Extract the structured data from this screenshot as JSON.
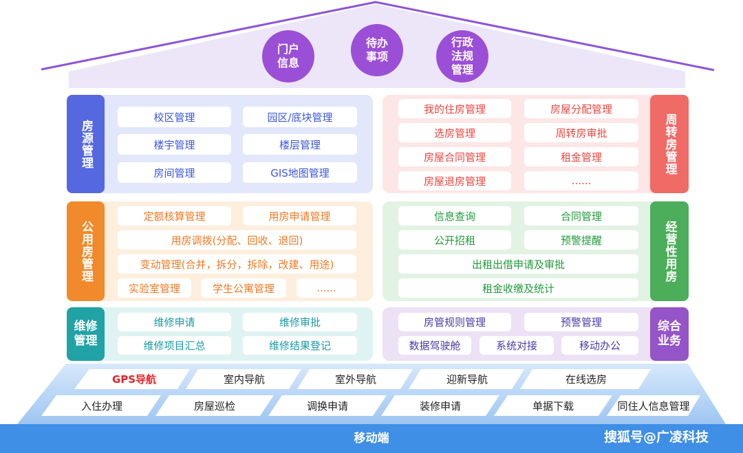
{
  "roof": {
    "circles": [
      "门户\n信息",
      "待办\n事项",
      "行政\n法规\n管理"
    ]
  },
  "colors": {
    "roof_line": "#8e53d6",
    "roof_fill": "#ece6f8",
    "circle": "#9b4fd6",
    "blue": "#5568e0",
    "blue_panel": "#e2e7fb",
    "red": "#f06a66",
    "red_panel": "#fde6e6",
    "orange": "#f08a2b",
    "orange_panel": "#fdeedd",
    "green": "#4cae5a",
    "green_panel": "#e2f3e3",
    "teal": "#21a3a6",
    "teal_panel": "#dff3f2",
    "purple": "#9554c8",
    "purple_panel": "#ece1f5",
    "base": "#3f8fe6"
  },
  "fangyuan": {
    "title": "房源管理",
    "items": [
      "校区管理",
      "园区/底块管理",
      "楼宇管理",
      "楼层管理",
      "房间管理",
      "GIS地图管理"
    ]
  },
  "zhouzhuan": {
    "title": "周转房管理",
    "items": [
      "我的住房管理",
      "房屋分配管理",
      "选房管理",
      "周转房审批",
      "房屋合同管理",
      "租金管理",
      "房屋退房管理",
      "......"
    ]
  },
  "gongyong": {
    "title": "公用房管理",
    "items": [
      "定额核算管理",
      "用房申请管理",
      "用房调拨(分配、回收、退回)",
      "变动管理(合并，拆分，拆除，改建、用途)",
      "实验室管理",
      "学生公寓管理",
      "......"
    ]
  },
  "jingying": {
    "title": "经营性用房",
    "items": [
      "信息查询",
      "合同管理",
      "公开招租",
      "预警提醒",
      "出租出借申请及审批",
      "租金收缴及统计"
    ]
  },
  "weixiu": {
    "title": "维修管理",
    "items": [
      "维修申请",
      "维修审批",
      "维修项目汇总",
      "维修结果登记"
    ]
  },
  "zonghe": {
    "title": "综合业务",
    "items": [
      "房管规则管理",
      "预警管理",
      "数据驾驶舱",
      "系统对接",
      "移动办公"
    ]
  },
  "nav_row1": [
    "GPS导航",
    "室内导航",
    "室外导航",
    "迎新导航",
    "在线选房"
  ],
  "nav_row2": [
    "入住办理",
    "房屋巡检",
    "调换申请",
    "装修申请",
    "单据下载",
    "同住人信息管理"
  ],
  "base_label": "移动端",
  "watermark": "搜狐号@广凌科技"
}
